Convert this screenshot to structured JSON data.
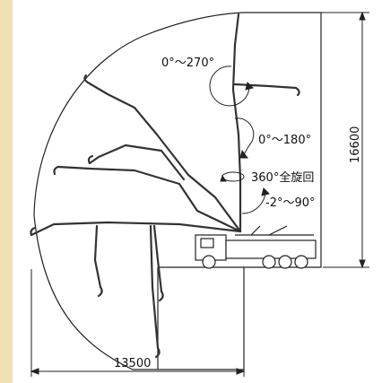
{
  "diagram": {
    "angles": {
      "top_joint": "0°～270°",
      "middle_joint": "0°～180°",
      "rotation": "360°全旋回",
      "base_joint": "-2°～90°"
    },
    "dimensions": {
      "height": "16600",
      "reach": "13500"
    }
  },
  "colors": {
    "background": "#ffffff",
    "strip": "#f3dfb5",
    "line": "#222222"
  }
}
